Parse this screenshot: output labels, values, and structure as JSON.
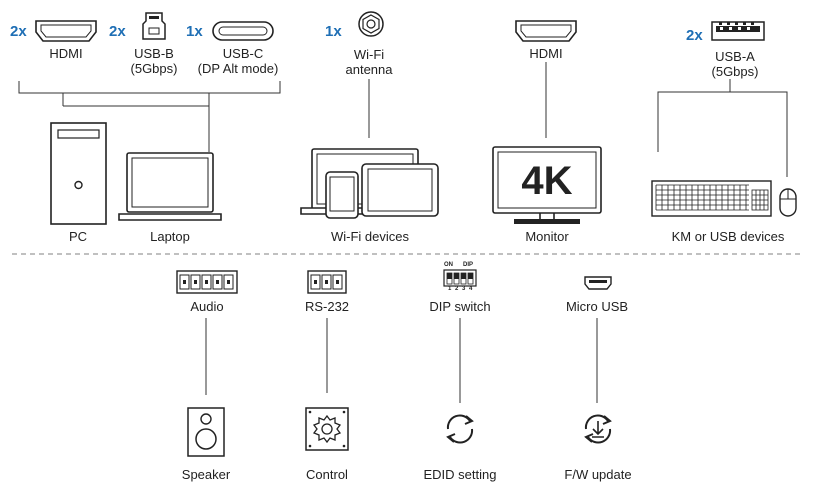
{
  "top": {
    "hdmi_in": {
      "count": "2x",
      "label": "HDMI"
    },
    "usb_b": {
      "count": "2x",
      "label": "USB-B",
      "sublabel": "(5Gbps)"
    },
    "usb_c": {
      "count": "1x",
      "label": "USB-C",
      "sublabel": "(DP Alt mode)"
    },
    "wifi_antenna": {
      "count": "1x",
      "label": "Wi-Fi",
      "sublabel": "antenna"
    },
    "hdmi_out": {
      "label": "HDMI"
    },
    "usb_a": {
      "count": "2x",
      "label": "USB-A",
      "sublabel": "(5Gbps)"
    }
  },
  "devices": {
    "pc": "PC",
    "laptop": "Laptop",
    "wifi_devices": "Wi-Fi devices",
    "monitor": "Monitor",
    "monitor_screen_text": "4K",
    "km_usb": "KM or USB devices"
  },
  "bottom": {
    "audio": "Audio",
    "rs232": "RS-232",
    "dip_switch": "DIP switch",
    "dip_on": "ON",
    "dip_dip": "DIP",
    "dip_numbers": [
      "1",
      "2",
      "3",
      "4"
    ],
    "micro_usb": "Micro USB",
    "speaker": "Speaker",
    "control": "Control",
    "edid": "EDID setting",
    "fw_update": "F/W update"
  },
  "colors": {
    "accent": "#1f6fb5",
    "line": "#333333",
    "divider": "#9a9a9a"
  }
}
